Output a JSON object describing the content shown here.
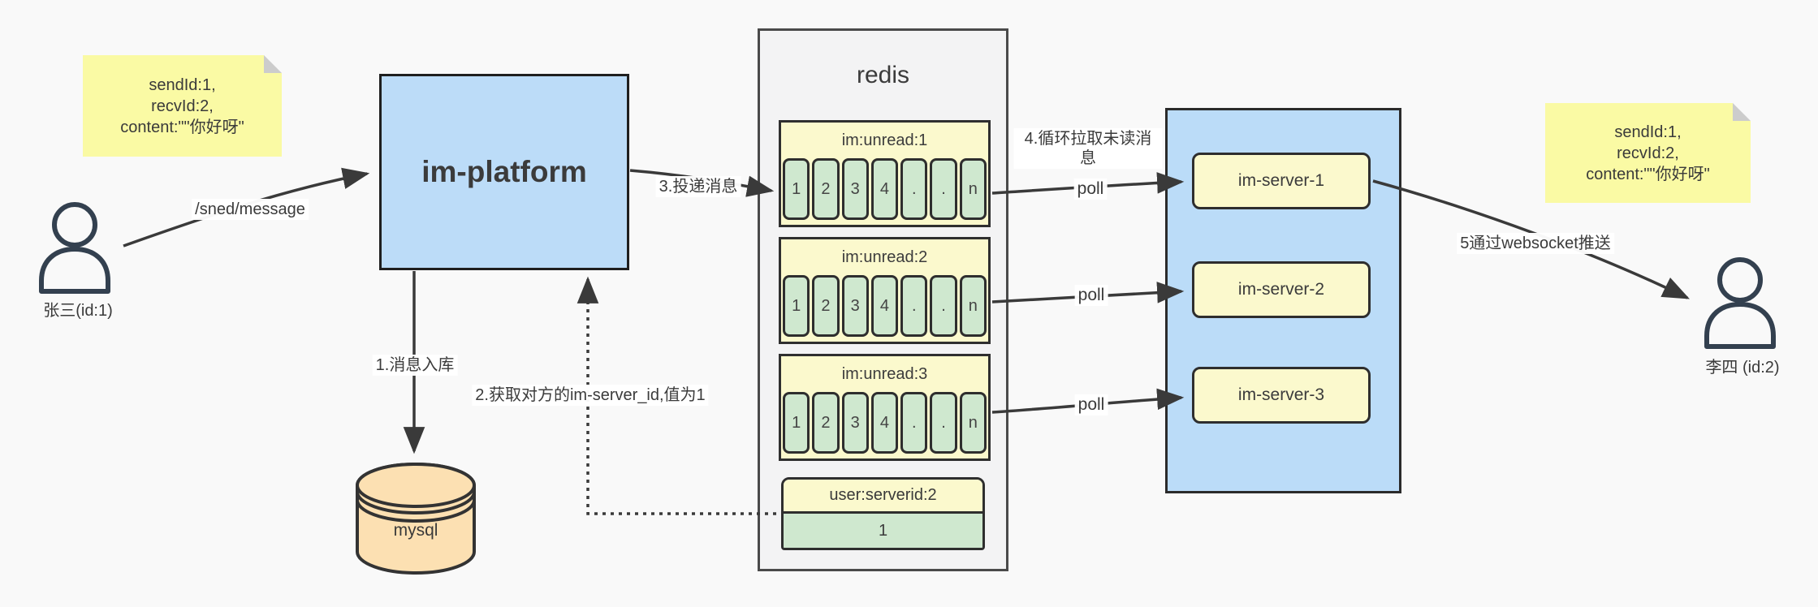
{
  "notes": {
    "left": {
      "lines": [
        "sendId:1,",
        "recvId:2,",
        "content:\"\"你好呀\""
      ]
    },
    "right": {
      "lines": [
        "sendId:1,",
        "recvId:2,",
        "content:\"\"你好呀\""
      ]
    }
  },
  "actors": {
    "sender": {
      "label": "张三(id:1)"
    },
    "receiver": {
      "label": "李四 (id:2)"
    }
  },
  "platform": {
    "label": "im-platform"
  },
  "database": {
    "label": "mysql"
  },
  "redis": {
    "title": "redis",
    "lists": [
      {
        "header": "im:unread:1",
        "cells": [
          "1",
          "2",
          "3",
          "4",
          ".",
          ".",
          "n"
        ]
      },
      {
        "header": "im:unread:2",
        "cells": [
          "1",
          "2",
          "3",
          "4",
          ".",
          ".",
          "n"
        ]
      },
      {
        "header": "im:unread:3",
        "cells": [
          "1",
          "2",
          "3",
          "4",
          ".",
          ".",
          "n"
        ]
      }
    ],
    "server_map": {
      "header": "user:serverid:2",
      "value": "1"
    }
  },
  "servers": [
    {
      "label": "im-server-1"
    },
    {
      "label": "im-server-2"
    },
    {
      "label": "im-server-3"
    }
  ],
  "edge_labels": {
    "send_api": "/sned/message",
    "step1": "1.消息入库",
    "step2": "2.获取对方的im-server_id,值为1",
    "step3": "3.投递消息",
    "step4": "4.循环拉取未读消息",
    "poll1": "poll",
    "poll2": "poll",
    "poll3": "poll",
    "step5": "5通过websocket推送"
  },
  "colors": {
    "container_blue": "#bcdcf8",
    "pale_yellow": "#fbf9cd",
    "note_yellow": "#fafaa4",
    "cell_green": "#cfe8cf",
    "db_orange": "#fce0b2",
    "line_dark": "#3a3a3a",
    "actor_stroke": "#33404f"
  }
}
